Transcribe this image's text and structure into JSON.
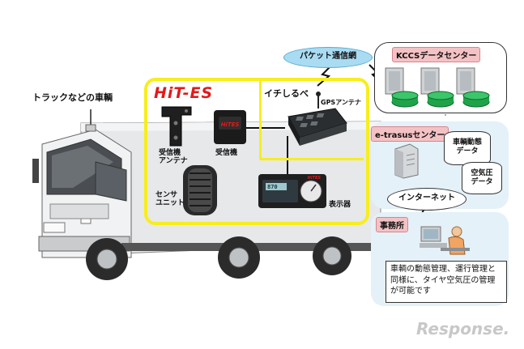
{
  "truck": {
    "label": "トラックなどの車輌"
  },
  "hites": {
    "logo": "HiT-ES",
    "receiver_antenna": "受信機\nアンテナ",
    "receiver": "受信機",
    "sensor_unit": "センサ\nユニット",
    "display": "表示器",
    "display_reading": "870"
  },
  "ichishirube": {
    "label": "イチしるべ",
    "gps_antenna": "GPSアンテナ"
  },
  "packet_network": {
    "label": "パケット通信網"
  },
  "kccs": {
    "label": "KCCSデータセンター"
  },
  "etrasus": {
    "label": "e-trasusセンター",
    "vehicle_data": "車輌動態\nデータ",
    "air_pressure_data": "空気圧\nデータ",
    "internet": "インターネット"
  },
  "office": {
    "label": "事務所",
    "description": "車輌の動態管理、運行管理と同様に、タイヤ空気圧の管理が可能です"
  },
  "watermark": "Response."
}
